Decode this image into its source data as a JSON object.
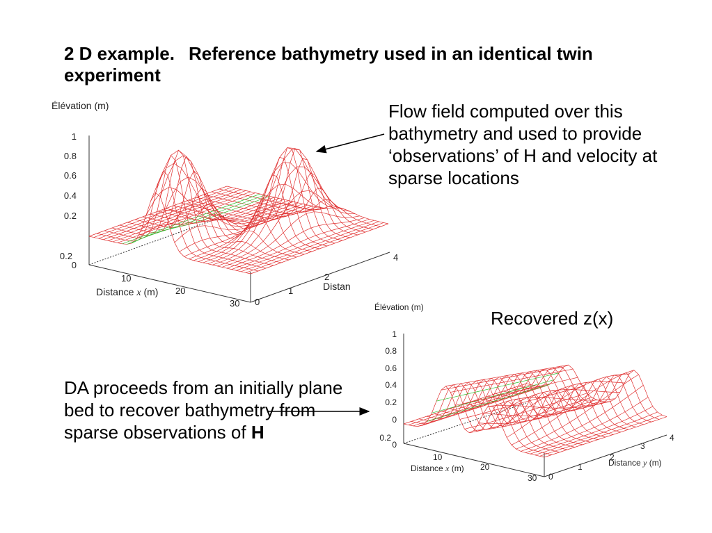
{
  "slide": {
    "title_part1": "2 D example.",
    "title_part2": "Reference bathymetry used in an identical twin experiment"
  },
  "notes": {
    "flow_field": "Flow field computed over this bathymetry and used to provide ‘observations’ of H and velocity at sparse locations",
    "recovered": "Recovered z(x)",
    "da_text": "DA proceeds from an initially plane bed to recover bathymetry from sparse observations of ",
    "da_bold": "H"
  },
  "plot1": {
    "zlabel": "Élévation (m)",
    "z_ticks": [
      "1",
      "0.8",
      "0.6",
      "0.4",
      "0.2",
      "0.2",
      "0"
    ],
    "x_ticks": [
      "10",
      "20",
      "30"
    ],
    "xlabel_pre": "Distance ",
    "xlabel_var": "x",
    "xlabel_post": " (m)",
    "y_ticks": [
      "0",
      "1",
      "2",
      "4"
    ],
    "ylabel": "Distan"
  },
  "plot2": {
    "zlabel": "Élévation (m)",
    "z_ticks": [
      "1",
      "0.8",
      "0.6",
      "0.4",
      "0.2",
      "0",
      "0.2",
      "0"
    ],
    "x_ticks": [
      "10",
      "20",
      "30"
    ],
    "xlabel_pre": "Distance ",
    "xlabel_var": "x",
    "xlabel_post": " (m)",
    "y_ticks": [
      "0",
      "1",
      "2",
      "3",
      "4"
    ],
    "ylabel_pre": "Distance ",
    "ylabel_var": "y",
    "ylabel_post": " (m)"
  },
  "colors": {
    "mesh": "#e03030",
    "mesh_under": "#30c030",
    "axis": "#333333"
  }
}
